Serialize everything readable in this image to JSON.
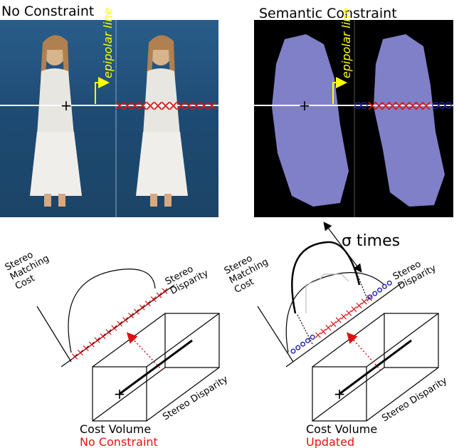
{
  "top": {
    "left_title": "No Constraint",
    "right_title": "Semantic Constraint",
    "epipolar_label": "epipolar line"
  },
  "bottom": {
    "sigma_label": "σ times",
    "cost_axis_label": [
      "Stereo",
      "Matching",
      "Cost"
    ],
    "disparity_axis_label": [
      "Stereo",
      "Disparity"
    ],
    "depth_axis_label": "Stereo Disparity",
    "volume_label": "Cost Volume",
    "left_status": "No Constraint",
    "right_status": "Updated"
  },
  "colors": {
    "photo_bg": "#1f4f78",
    "mask_fill": "#8080c8",
    "epipolar_text": "#ffff00",
    "cross_red": "#dd1111",
    "circle_blue": "#2222aa",
    "status_red": "#ee1111"
  }
}
